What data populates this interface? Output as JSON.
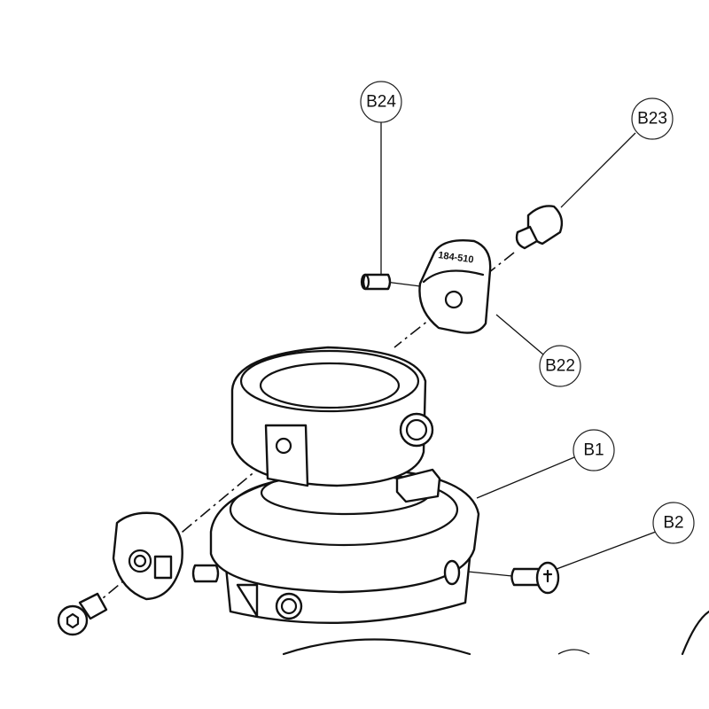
{
  "callouts": {
    "b24": "B24",
    "b23": "B23",
    "b22": "B22",
    "b1": "B1",
    "b2": "B2"
  },
  "part_marking": "184-510"
}
